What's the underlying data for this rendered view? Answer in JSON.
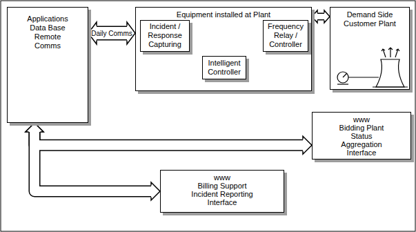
{
  "diagram": {
    "nodes": [
      {
        "text": [
          "Applications Data Base Remote Comms"
        ]
      },
      {
        "text": [
          "Equipment installed at Plant"
        ]
      },
      {
        "text": [
          "Incident / Response Capturing"
        ],
        "in": 1
      },
      {
        "text": [
          "Frequency Relay / Controller"
        ],
        "in": 1
      },
      {
        "text": [
          "Intelligent Controller"
        ],
        "in": 1
      },
      {
        "text": [
          "Demand Side Customer Plant"
        ]
      },
      {
        "text": [
          "www",
          "Bidding Plant Status Aggregation Interface"
        ]
      },
      {
        "text": [
          "www",
          "Billing Support Incident Reporting Interface"
        ]
      }
    ],
    "edges": [
      {
        "from": 0,
        "to": 1,
        "label": "Daily Comms",
        "arrow": "both"
      },
      {
        "from": 1,
        "to": 5,
        "arrow": "both"
      },
      {
        "from": 0,
        "to": 6,
        "arrow": "both"
      },
      {
        "from": 0,
        "to": 7,
        "arrow": "both"
      }
    ]
  }
}
